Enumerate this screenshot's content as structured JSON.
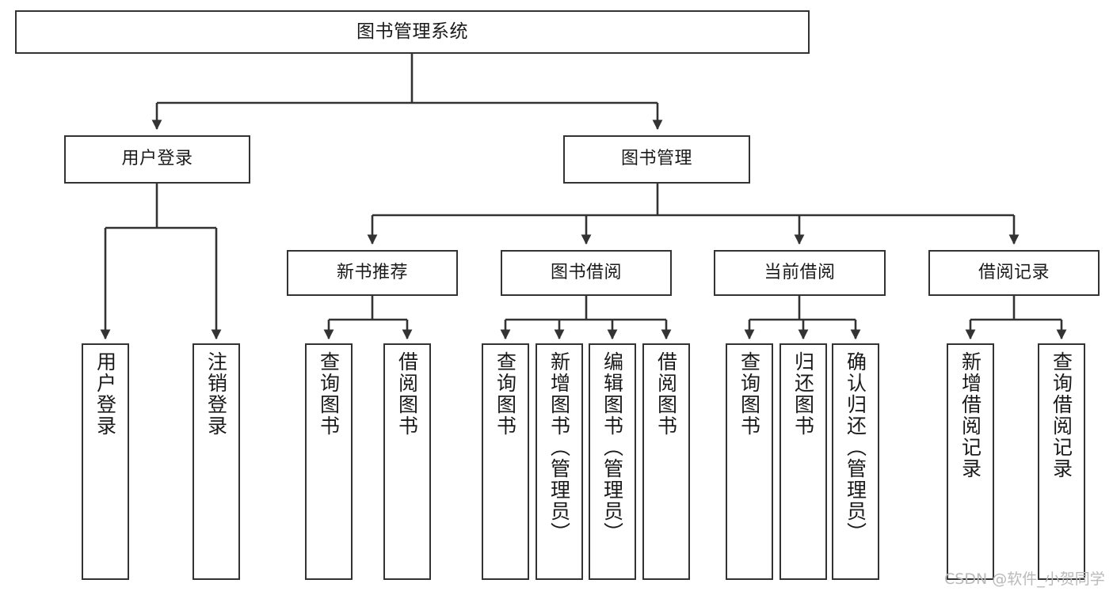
{
  "diagram": {
    "title": "图书管理系统",
    "type": "hierarchy-tree",
    "colors": {
      "box_border": "#333333",
      "box_fill": "#ffffff",
      "edge": "#333333",
      "text": "#1a1a1a",
      "watermark": "#b9b9b9",
      "background": "#ffffff"
    },
    "root": {
      "label": "图书管理系统"
    },
    "level1": [
      {
        "label": "用户登录"
      },
      {
        "label": "图书管理"
      }
    ],
    "level2": [
      {
        "label": "新书推荐"
      },
      {
        "label": "图书借阅"
      },
      {
        "label": "当前借阅"
      },
      {
        "label": "借阅记录"
      }
    ],
    "leaves": {
      "user_login": [
        {
          "label": "用户登录"
        },
        {
          "label": "注销登录"
        }
      ],
      "new_book_recommend": [
        {
          "label": "查询图书"
        },
        {
          "label": "借阅图书"
        }
      ],
      "book_borrow": [
        {
          "label": "查询图书"
        },
        {
          "label": "新增图书（管理员）"
        },
        {
          "label": "编辑图书（管理员）"
        },
        {
          "label": "借阅图书"
        }
      ],
      "current_borrow": [
        {
          "label": "查询图书"
        },
        {
          "label": "归还图书"
        },
        {
          "label": "确认归还（管理员）"
        }
      ],
      "borrow_record": [
        {
          "label": "新增借阅记录"
        },
        {
          "label": "查询借阅记录"
        }
      ]
    }
  },
  "watermark": {
    "text": "CSDN @软件_小贺同学"
  }
}
